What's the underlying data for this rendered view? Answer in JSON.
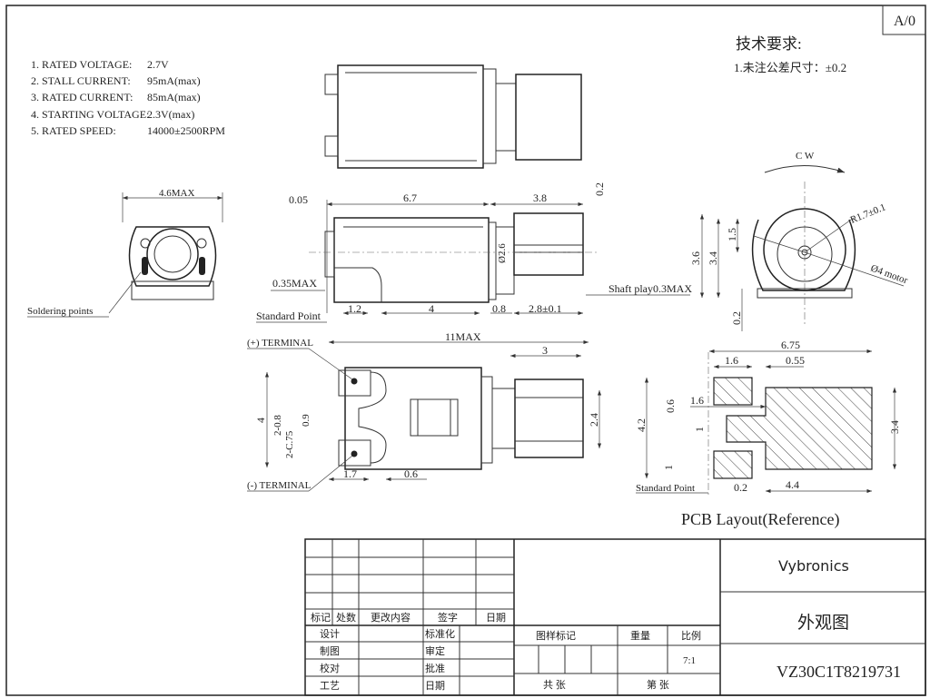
{
  "revision_box": "A/0",
  "tech_requirements": {
    "title": "技术要求:",
    "note": "1.未注公差尺寸：±0.2"
  },
  "specs": [
    {
      "label": "1. RATED VOLTAGE:",
      "value": "2.7V"
    },
    {
      "label": "2. STALL CURRENT:",
      "value": "95mA(max)"
    },
    {
      "label": "3. RATED CURRENT:",
      "value": "85mA(max)"
    },
    {
      "label": "4. STARTING VOLTAGE:",
      "value": "2.3V(max)"
    },
    {
      "label": "5. RATED SPEED:",
      "value": "14000±2500RPM"
    }
  ],
  "end_view_left": {
    "width_dim": "4.6MAX",
    "soldering_label": "Soldering points"
  },
  "side_view": {
    "dims": [
      "0.05",
      "6.7",
      "3.8",
      "0.2",
      "Ø2.6",
      "0.35MAX",
      "1.2",
      "4",
      "0.8",
      "2.8±0.1"
    ],
    "standard_point": "Standard Point",
    "shaft_play": "Shaft play0.3MAX"
  },
  "bottom_view": {
    "plus_terminal": "(+) TERMINAL",
    "minus_terminal": "(-) TERMINAL",
    "dims": [
      "11MAX",
      "3",
      "4",
      "2-0.8",
      "2-C.75",
      "0.9",
      "2.4",
      "1.7",
      "0.6"
    ]
  },
  "end_view_right": {
    "rotation": "C W",
    "dims": [
      "R1.7±0.1",
      "Ø4 motor",
      "3.6",
      "3.4",
      "1.5",
      "0.2"
    ]
  },
  "pcb_layout": {
    "title": "PCB Layout(Reference)",
    "standard_point": "Standard Point",
    "dims": [
      "6.75",
      "1.6",
      "0.55",
      "1.6",
      "0.6",
      "4.2",
      "1",
      "1",
      "3.4",
      "4.4",
      "0.2"
    ]
  },
  "title_block": {
    "change_headers": [
      "标记",
      "处数",
      "更改内容",
      "签字",
      "日期"
    ],
    "sign_rows": [
      "设计",
      "制图",
      "校对",
      "工艺"
    ],
    "sign_rows_2": [
      "标准化",
      "审定",
      "批准",
      "日期"
    ],
    "drawing_mark": "图样标记",
    "weight": "重量",
    "scale_label": "比例",
    "scale_value": "7:1",
    "sheets_total": "共   张",
    "sheet_no": "第   张",
    "company": "Vybronics",
    "drawing_title": "外观图",
    "part_number": "VZ30C1T8219731"
  }
}
